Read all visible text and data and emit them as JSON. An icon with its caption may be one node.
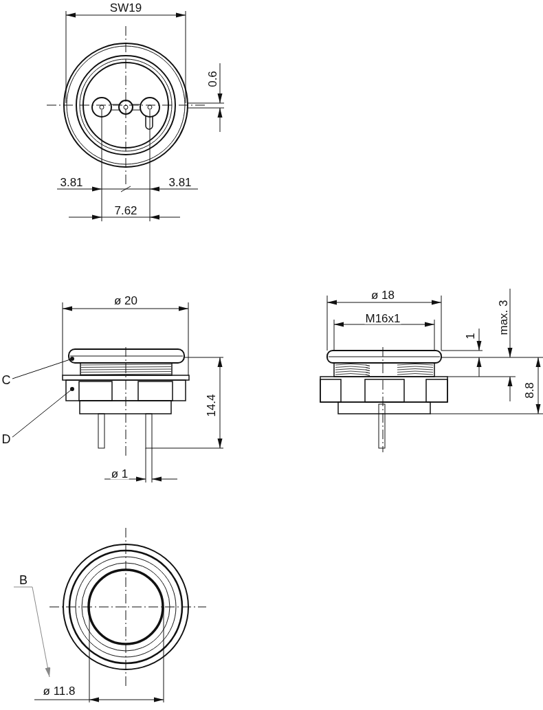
{
  "diagram": {
    "nodes": [
      {
        "text": [
          "C"
        ]
      },
      {
        "text": [
          "D"
        ]
      },
      {
        "text": [
          "B"
        ]
      },
      {
        "text": [],
        "shape": "picture"
      }
    ],
    "edges": [
      {
        "from": 0,
        "to": null,
        "arrow": "other"
      },
      {
        "from": 1,
        "to": null,
        "arrow": "other"
      },
      {
        "from": 2,
        "to": 3,
        "arrow": "to",
        "color": "#888888"
      }
    ],
    "labels": [
      "SW19",
      "0.6",
      "3.81",
      "3.81",
      "7.62",
      "ø 20",
      "ø 18",
      "M16x1",
      "1",
      "max. 3",
      "14.4",
      "8.8",
      "ø 1",
      "ø 11.8"
    ]
  }
}
